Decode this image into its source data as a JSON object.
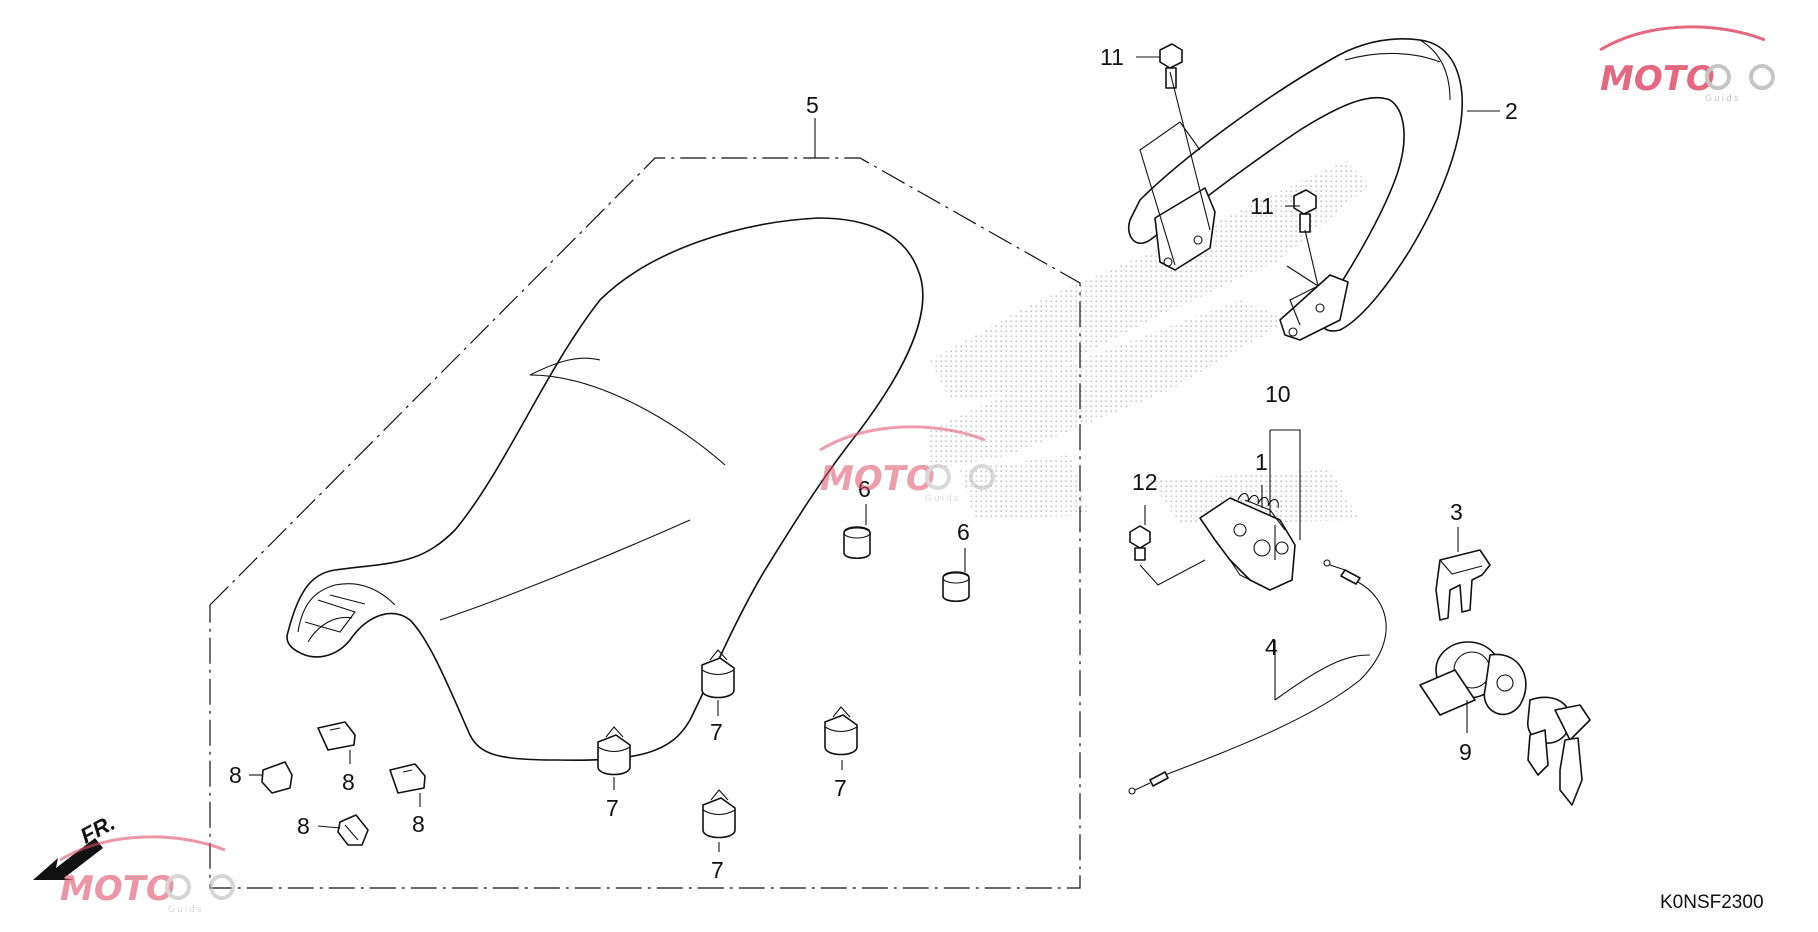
{
  "diagram": {
    "drawing_code": "K0NSF2300",
    "front_marker": "FR.",
    "watermark": {
      "text": "MOTO",
      "sub": "Guids",
      "accent": "#e0506a",
      "gear": "#bbbbbb"
    },
    "callouts": {
      "seat": "5",
      "grab_rail": "2",
      "bolt_top": "11",
      "bolt_mid": "11",
      "hinge_assy": "10",
      "spring": "1",
      "bolt_hinge": "12",
      "cushion_a": "6",
      "cushion_b": "6",
      "stopper_a": "7",
      "stopper_b": "7",
      "stopper_c": "7",
      "stopper_d": "7",
      "clip_a": "8",
      "clip_b": "8",
      "clip_c": "8",
      "clip_d": "8",
      "cable": "4",
      "holder": "3",
      "lock_set": "9"
    },
    "colors": {
      "line": "#111111",
      "background": "#ffffff",
      "stipple": "#c4c4c4"
    }
  }
}
